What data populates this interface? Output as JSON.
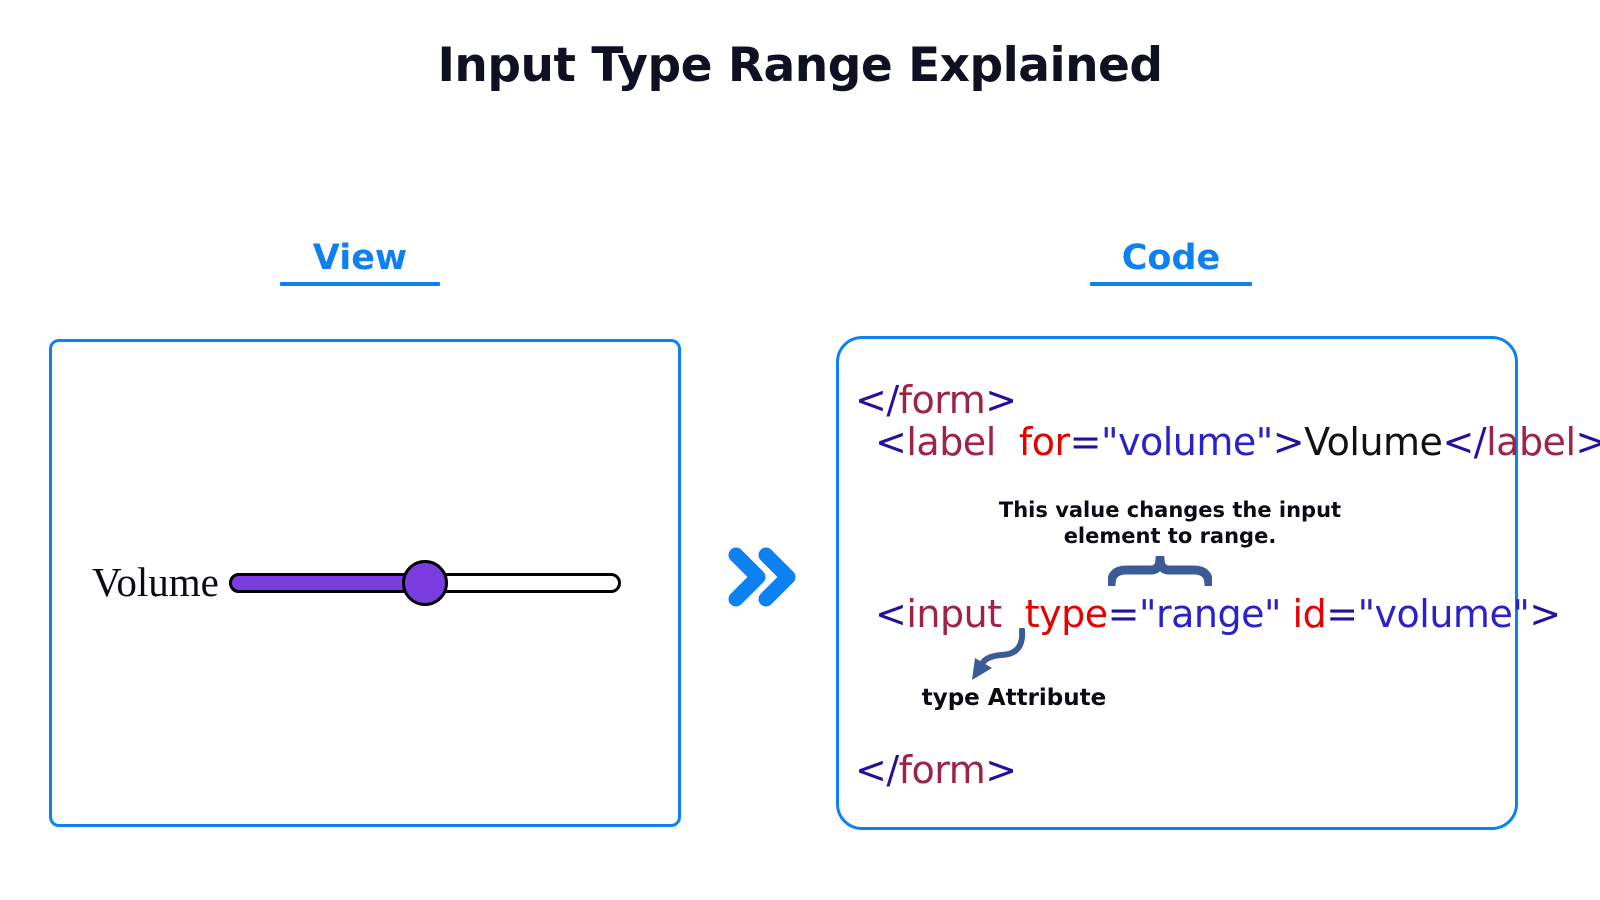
{
  "page": {
    "title": "Input Type Range Explained",
    "background": "#ffffff",
    "accent_blue": "#0d80f2",
    "title_color": "#0f1021"
  },
  "columns": {
    "view_heading": "View",
    "code_heading": "Code"
  },
  "view_panel": {
    "label": "Volume",
    "control": {
      "icon": "range-slider",
      "value_percent": 50,
      "fill_color": "#7b3ce0",
      "thumb_color": "#7b3ce0",
      "outline_color": "#000000"
    }
  },
  "transition": {
    "icon": "double-chevron-right-icon",
    "glyph": "»",
    "color": "#0d80f2"
  },
  "code_panel": {
    "border_color": "#0d80f2",
    "syntax_colors": {
      "punctuation": "#22119e",
      "tag": "#9e2346",
      "attribute": "#e60000",
      "value": "#2a22c8",
      "text": "#111111"
    },
    "lines": [
      {
        "id": "line-1",
        "tokens": [
          {
            "type": "punct",
            "text": "</"
          },
          {
            "type": "tag",
            "text": "form"
          },
          {
            "type": "punct",
            "text": ">"
          }
        ]
      },
      {
        "id": "line-2",
        "tokens": [
          {
            "type": "punct",
            "text": "<"
          },
          {
            "type": "tag",
            "text": "label"
          },
          {
            "type": "text",
            "text": "  "
          },
          {
            "type": "attr",
            "text": "for"
          },
          {
            "type": "punct",
            "text": "="
          },
          {
            "type": "value",
            "text": "\"volume\""
          },
          {
            "type": "punct",
            "text": ">"
          },
          {
            "type": "text",
            "text": "Volume"
          },
          {
            "type": "punct",
            "text": "</"
          },
          {
            "type": "tag",
            "text": "label"
          },
          {
            "type": "punct",
            "text": ">"
          }
        ]
      },
      {
        "id": "line-3",
        "tokens": [
          {
            "type": "punct",
            "text": "<"
          },
          {
            "type": "tag",
            "text": "input"
          },
          {
            "type": "text",
            "text": "  "
          },
          {
            "type": "attr",
            "text": "type"
          },
          {
            "type": "punct",
            "text": "="
          },
          {
            "type": "value",
            "text": "\"range\""
          },
          {
            "type": "text",
            "text": " "
          },
          {
            "type": "attr",
            "text": "id"
          },
          {
            "type": "punct",
            "text": "="
          },
          {
            "type": "value",
            "text": "\"volume\""
          },
          {
            "type": "punct",
            "text": ">"
          }
        ]
      },
      {
        "id": "line-4",
        "tokens": [
          {
            "type": "punct",
            "text": "</"
          },
          {
            "type": "tag",
            "text": "form"
          },
          {
            "type": "punct",
            "text": ">"
          }
        ]
      }
    ]
  },
  "annotations": {
    "range_note": "This value changes the input element to range.",
    "type_note": "type Attribute",
    "marker_color": "#3b5b97"
  }
}
